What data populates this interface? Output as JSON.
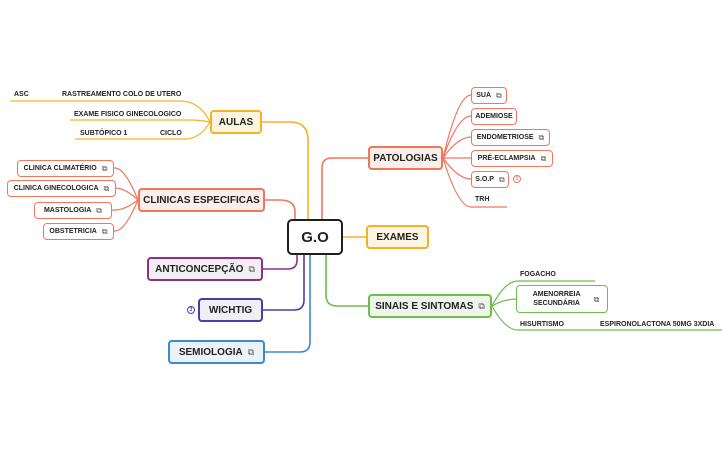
{
  "central": {
    "label": "G.O"
  },
  "branches": {
    "aulas": {
      "label": "AULAS",
      "color": "#f5b324"
    },
    "clinicas": {
      "label": "CLINICAS ESPECIFICAS",
      "color": "#f0765e"
    },
    "anticoncepcao": {
      "label": "ANTICONCEPÇÃO",
      "color": "#8e2e8e"
    },
    "wichtig": {
      "label": "WICHTIG",
      "color": "#4b3ca8"
    },
    "semiologia": {
      "label": "SEMIOLOGIA",
      "color": "#3d88d6"
    },
    "patologias": {
      "label": "PATOLOGIAS",
      "color": "#f0765e"
    },
    "exames": {
      "label": "EXAMES",
      "color": "#f5b324"
    },
    "sinais": {
      "label": "SINAIS E SINTOMAS",
      "color": "#6cbf4b"
    }
  },
  "aulas_children": {
    "asc": "ASC",
    "rastreamento": "RASTREAMENTO COLO DE UTERO",
    "exame_fisico": "EXAME FISICO GINECOLOGICO",
    "subtopico": "SUBTÓPICO 1",
    "ciclo": "CICLO"
  },
  "clinicas_children": [
    "CLINICA CLIMATÉRIO",
    "CLINICA GINECOLOGICA",
    "MASTOLOGIA",
    "OBSTETRICIA"
  ],
  "patologias_children": [
    "SUA",
    "ADEMIOSE",
    "ENDOMETRIOSE",
    "PRÉ-ECLAMPSIA",
    "S.O.P",
    "TRH"
  ],
  "sinais_children": {
    "fogacho": "FOGACHO",
    "amenorreia": "AMENORREIA SECUNDÁRIA",
    "hisurtismo": "HISURTISMO",
    "espironolactona": "ESPIRONOLACTONA 50MG 3XDIA"
  },
  "badges": {
    "sop": "1",
    "wichtig": "3"
  },
  "icons": {
    "note": "note-icon"
  }
}
